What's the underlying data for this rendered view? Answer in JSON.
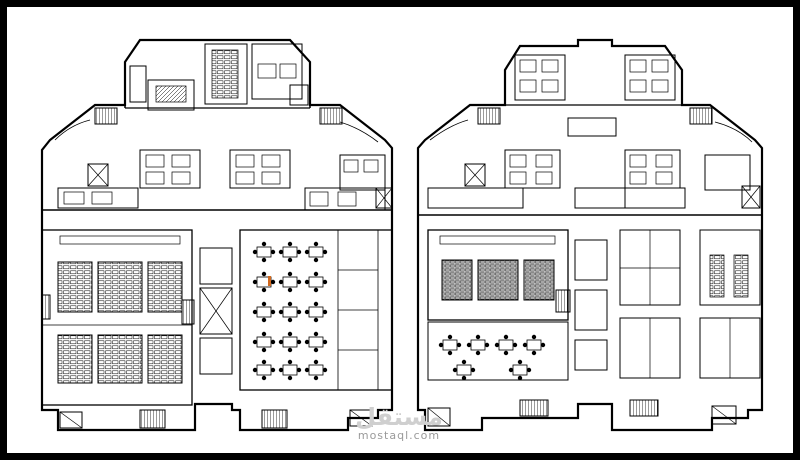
{
  "watermark": {
    "arabic": "مستقل",
    "latin": "mostaql.com"
  },
  "plans": [
    "left-floor-plan",
    "right-floor-plan"
  ]
}
